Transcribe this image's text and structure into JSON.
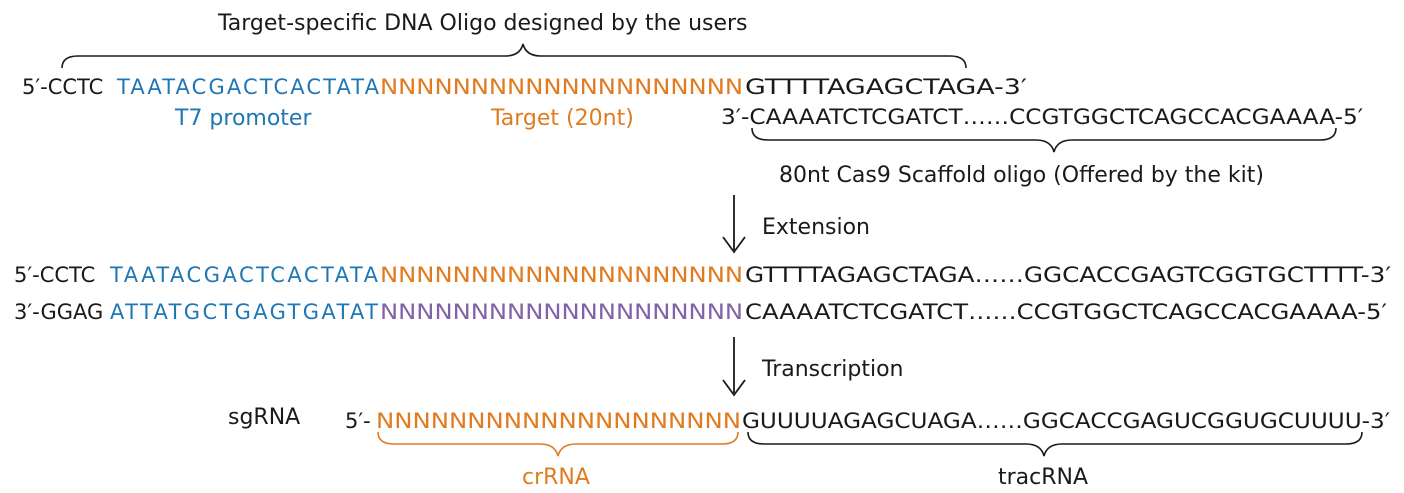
{
  "header": {
    "title": "Target-specific  DNA  Oligo  designed by the users"
  },
  "oligo": {
    "prefix": "5′-CCTC",
    "t7": "TAATACGACTCACTATA",
    "target": "NNNNNNNNNNNNNNNNNNNN",
    "suffix": "GTTTTAGAGCTAGA-3′"
  },
  "labels": {
    "t7_promoter": "T7 promoter",
    "target": "Target (20nt)",
    "scaffold": "80nt  Cas9 Scaffold  oligo  (Offered by the kit)",
    "extension": "Extension",
    "transcription": "Transcription",
    "sgrna": "sgRNA",
    "crrna": "crRNA",
    "tracrna": "tracRNA"
  },
  "scaffold_strand": "3′-CAAAATCTCGATCT……CCGTGGCTCAGCCACGAAAA-5′",
  "duplex": {
    "top": {
      "prefix": "5′-CCTC",
      "t7": "TAATACGACTCACTATA",
      "target": "NNNNNNNNNNNNNNNNNNNN",
      "suffix": "GTTTTAGAGCTAGA……GGCACCGAGTCGGTGCTTTT-3′"
    },
    "bottom": {
      "prefix": "3′-GGAG",
      "t7": "ATTATGCTGAGTGATAT",
      "target": "NNNNNNNNNNNNNNNNNNNN",
      "suffix": "CAAAATCTCGATCT……CCGTGGCTCAGCCACGAAAA-5′"
    }
  },
  "sgrna_strand": {
    "prefix": "5′-",
    "target": "NNNNNNNNNNNNNNNNNNNN",
    "suffix": "GUUUUAGAGCUAGA……GGCACCGAGUCGGUGCUUUU-3′"
  },
  "colors": {
    "text": "#1a1a1a",
    "t7": "#1f77b4",
    "target": "#e07b20",
    "complement": "#8162a8"
  }
}
